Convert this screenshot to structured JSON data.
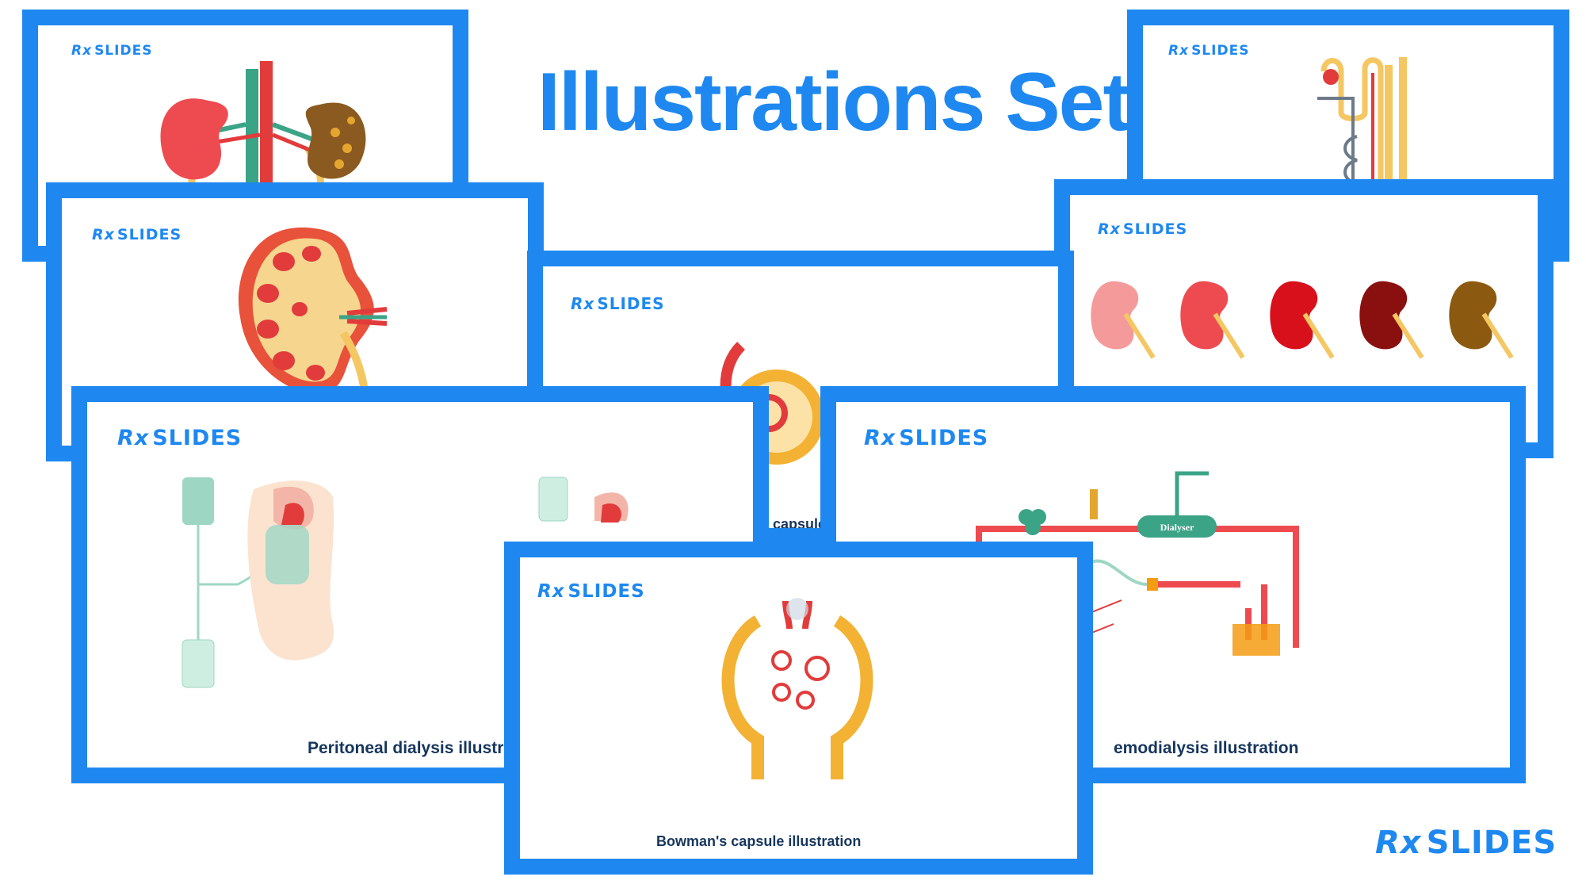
{
  "page": {
    "title": "Illustrations Set",
    "brand": {
      "rx": "Rx",
      "name": "SLIDES"
    }
  },
  "slides": [
    {
      "id": "kidneys-vessels",
      "caption": ""
    },
    {
      "id": "kidney-cross-section",
      "caption": ""
    },
    {
      "id": "bowmans-capsule-partial",
      "caption": "capsule"
    },
    {
      "id": "nephron",
      "caption": ""
    },
    {
      "id": "kidney-damage-stages",
      "caption": ""
    },
    {
      "id": "peritoneal-dialysis",
      "caption": "Peritoneal dialysis illustra"
    },
    {
      "id": "hemodialysis",
      "caption": "emodialysis illustration",
      "dialyser_label": "Dialyser"
    },
    {
      "id": "bowmans-capsule",
      "caption": "Bowman's capsule illustration"
    }
  ],
  "colors": {
    "frame": "#1e88f0",
    "caption": "#16365c",
    "kidney_red": "#ee4b50",
    "vessel_red": "#e23b3b",
    "vessel_green": "#3ba386",
    "ureter_yellow": "#f4c763"
  }
}
